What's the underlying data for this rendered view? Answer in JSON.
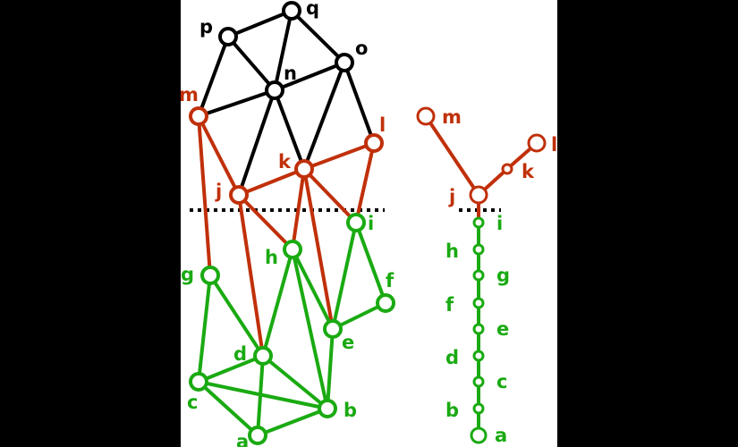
{
  "colors": {
    "black": "#000000",
    "red": "#c0300a",
    "green": "#1aaa12"
  },
  "graph": {
    "nodes": [
      {
        "id": "a",
        "label": "a",
        "group": "green"
      },
      {
        "id": "b",
        "label": "b",
        "group": "green"
      },
      {
        "id": "c",
        "label": "c",
        "group": "green"
      },
      {
        "id": "d",
        "label": "d",
        "group": "green"
      },
      {
        "id": "e",
        "label": "e",
        "group": "green"
      },
      {
        "id": "f",
        "label": "f",
        "group": "green"
      },
      {
        "id": "g",
        "label": "g",
        "group": "green"
      },
      {
        "id": "h",
        "label": "h",
        "group": "green"
      },
      {
        "id": "i",
        "label": "i",
        "group": "green"
      },
      {
        "id": "j",
        "label": "j",
        "group": "red"
      },
      {
        "id": "k",
        "label": "k",
        "group": "red"
      },
      {
        "id": "l",
        "label": "l",
        "group": "red"
      },
      {
        "id": "m",
        "label": "m",
        "group": "red"
      },
      {
        "id": "n",
        "label": "n",
        "group": "black"
      },
      {
        "id": "o",
        "label": "o",
        "group": "black"
      },
      {
        "id": "p",
        "label": "p",
        "group": "black"
      },
      {
        "id": "q",
        "label": "q",
        "group": "black"
      }
    ],
    "edges": [
      [
        "p",
        "q"
      ],
      [
        "p",
        "n"
      ],
      [
        "p",
        "m"
      ],
      [
        "q",
        "n"
      ],
      [
        "q",
        "o"
      ],
      [
        "n",
        "o"
      ],
      [
        "n",
        "m"
      ],
      [
        "n",
        "j"
      ],
      [
        "n",
        "k"
      ],
      [
        "o",
        "k"
      ],
      [
        "o",
        "l"
      ],
      [
        "m",
        "j"
      ],
      [
        "m",
        "g"
      ],
      [
        "j",
        "k"
      ],
      [
        "k",
        "l"
      ],
      [
        "j",
        "d"
      ],
      [
        "j",
        "h"
      ],
      [
        "k",
        "h"
      ],
      [
        "k",
        "e"
      ],
      [
        "k",
        "i"
      ],
      [
        "l",
        "i"
      ],
      [
        "g",
        "d"
      ],
      [
        "g",
        "c"
      ],
      [
        "h",
        "d"
      ],
      [
        "h",
        "e"
      ],
      [
        "h",
        "b"
      ],
      [
        "i",
        "e"
      ],
      [
        "i",
        "f"
      ],
      [
        "e",
        "f"
      ],
      [
        "e",
        "b"
      ],
      [
        "d",
        "c"
      ],
      [
        "d",
        "a"
      ],
      [
        "d",
        "b"
      ],
      [
        "c",
        "a"
      ],
      [
        "c",
        "b"
      ],
      [
        "a",
        "b"
      ]
    ]
  },
  "chain": {
    "nodes": [
      {
        "id": "a",
        "label": "a",
        "group": "green"
      },
      {
        "id": "b",
        "label": "b",
        "group": "green"
      },
      {
        "id": "c",
        "label": "c",
        "group": "green"
      },
      {
        "id": "d",
        "label": "d",
        "group": "green"
      },
      {
        "id": "e",
        "label": "e",
        "group": "green"
      },
      {
        "id": "f",
        "label": "f",
        "group": "green"
      },
      {
        "id": "g",
        "label": "g",
        "group": "green"
      },
      {
        "id": "h",
        "label": "h",
        "group": "green"
      },
      {
        "id": "i",
        "label": "i",
        "group": "green"
      },
      {
        "id": "j",
        "label": "j",
        "group": "red"
      },
      {
        "id": "k",
        "label": "k",
        "group": "red"
      },
      {
        "id": "l",
        "label": "l",
        "group": "red"
      },
      {
        "id": "m",
        "label": "m",
        "group": "red"
      }
    ],
    "edges": [
      [
        "a",
        "b"
      ],
      [
        "b",
        "c"
      ],
      [
        "c",
        "d"
      ],
      [
        "d",
        "e"
      ],
      [
        "e",
        "f"
      ],
      [
        "f",
        "g"
      ],
      [
        "g",
        "h"
      ],
      [
        "h",
        "i"
      ],
      [
        "i",
        "j"
      ],
      [
        "j",
        "m"
      ],
      [
        "j",
        "k"
      ],
      [
        "k",
        "l"
      ]
    ]
  }
}
